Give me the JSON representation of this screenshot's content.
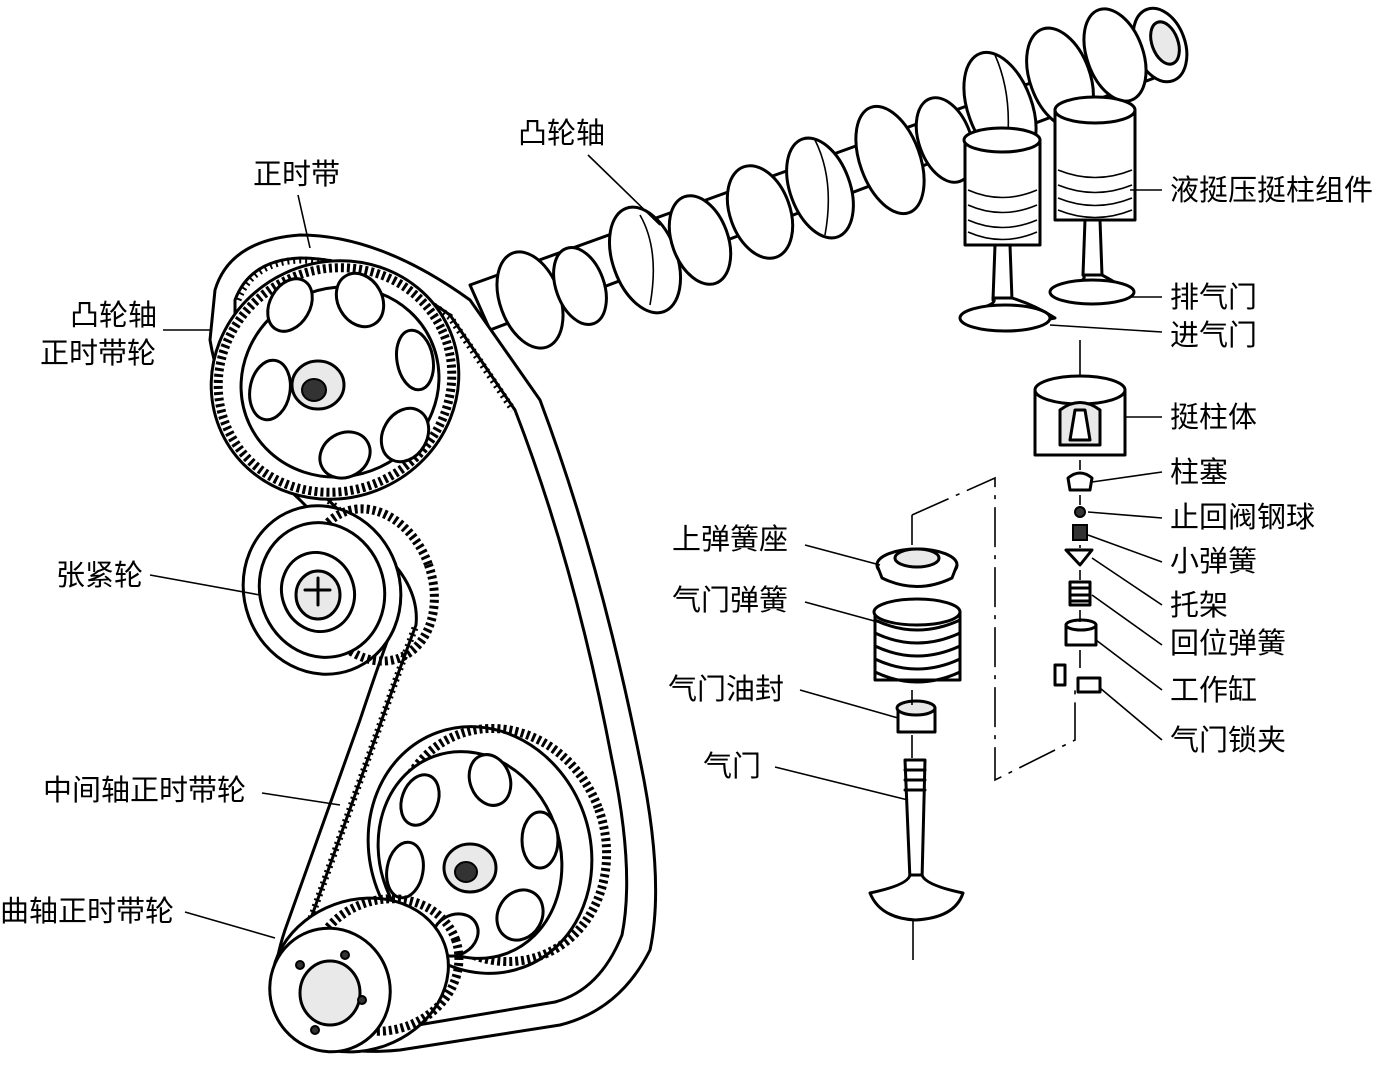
{
  "labels": {
    "camshaft": "凸轮轴",
    "timing_belt": "正时带",
    "cam_pulley_line1": "凸轮轴",
    "cam_pulley_line2": "正时带轮",
    "tensioner": "张紧轮",
    "intermediate_pulley": "中间轴正时带轮",
    "crank_pulley": "曲轴正时带轮",
    "hydraulic_lifter_assembly": "液挺压挺柱组件",
    "exhaust_valve": "排气门",
    "intake_valve": "进气门",
    "tappet_body": "挺柱体",
    "plunger": "柱塞",
    "check_ball": "止回阀钢球",
    "small_spring": "小弹簧",
    "bracket": "托架",
    "return_spring": "回位弹簧",
    "working_cylinder": "工作缸",
    "valve_keeper": "气门锁夹",
    "upper_spring_seat": "上弹簧座",
    "valve_spring": "气门弹簧",
    "valve_oil_seal": "气门油封",
    "valve": "气门"
  }
}
